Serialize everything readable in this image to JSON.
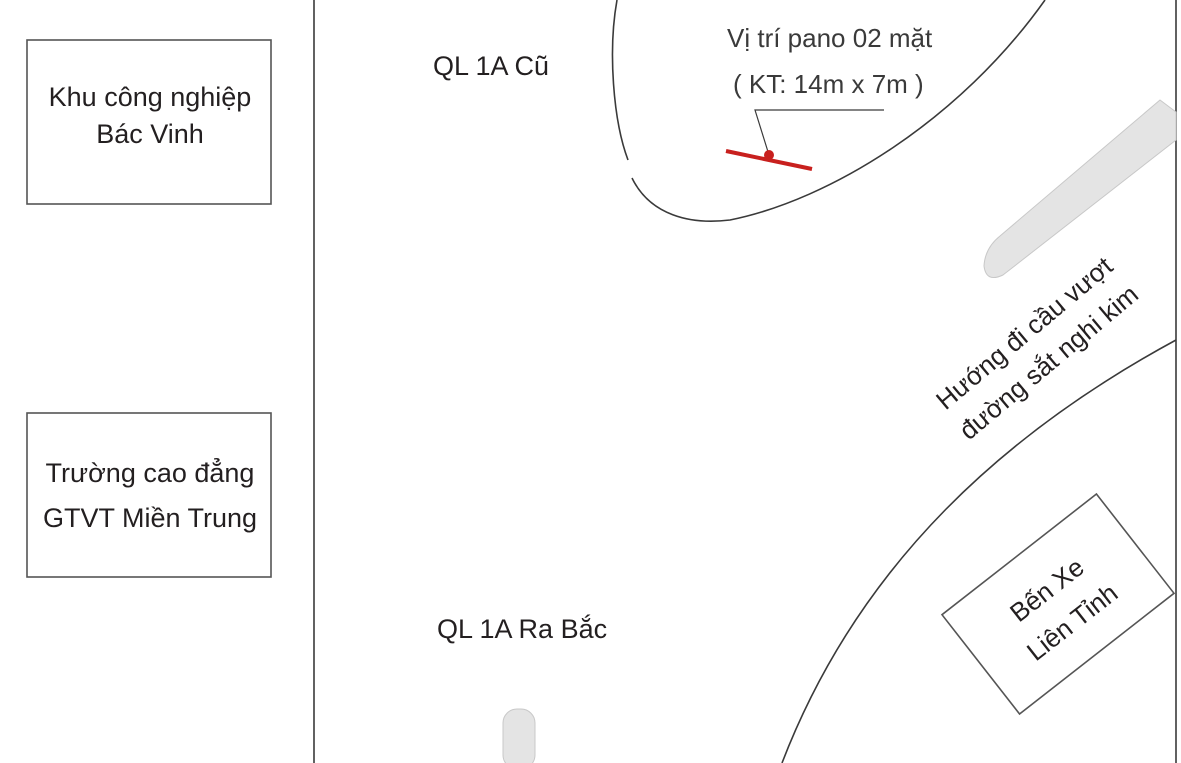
{
  "map": {
    "industrial_zone": {
      "line1": "Khu công nghiệp",
      "line2": "Bác Vinh"
    },
    "college": {
      "line1": "Trường cao đẳng",
      "line2": "GTVT Miền Trung"
    },
    "road_old": "QL 1A Cũ",
    "road_north": "QL 1A Ra Bắc",
    "pano": {
      "line1": "Vị trí pano 02 mặt",
      "line2": "( KT: 14m x 7m )",
      "marker_color": "#c8201e"
    },
    "direction": {
      "line1": "Hướng đi cầu vượt",
      "line2": "đường sắt nghi kim"
    },
    "bus_station": {
      "line1": "Bến Xe",
      "line2": "Liên Tỉnh"
    }
  }
}
